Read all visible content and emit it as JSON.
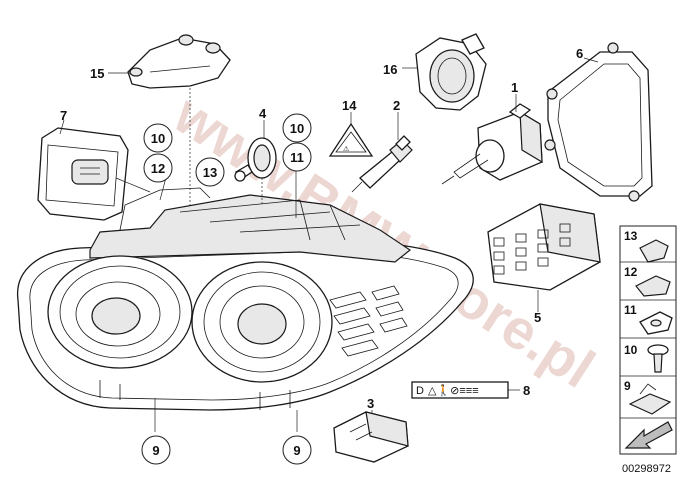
{
  "diagram": {
    "watermark": "www.BMWstore.pl",
    "doc_number": "00298972",
    "callouts": {
      "c1": "1",
      "c2": "2",
      "c3": "3",
      "c4": "4",
      "c5": "5",
      "c6": "6",
      "c7": "7",
      "c8": "8",
      "c9a": "9",
      "c9b": "9",
      "c14": "14",
      "c15": "15",
      "c16": "16"
    },
    "circled": {
      "r10a": "10",
      "r12": "12",
      "r13": "13",
      "r10b": "10",
      "r11": "11",
      "r9a": "9",
      "r9b": "9"
    },
    "side_panel": [
      "13",
      "12",
      "11",
      "10",
      "9"
    ],
    "label_8_text": "D"
  }
}
